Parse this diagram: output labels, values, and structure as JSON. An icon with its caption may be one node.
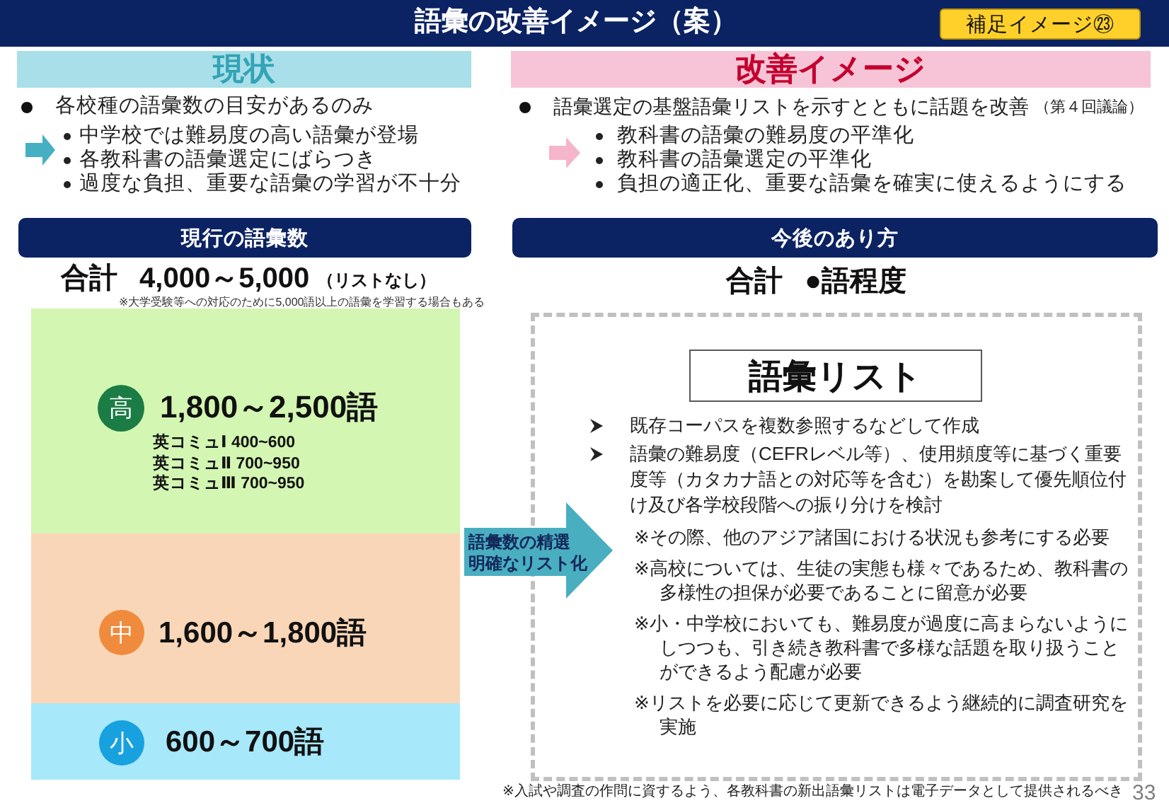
{
  "diagram": {
    "title": "語彙の改善イメージ（案）",
    "nodes": [
      {
        "text": [
          "補足イメージ㉓"
        ]
      },
      {
        "text": [
          "現状"
        ]
      },
      {
        "text": [
          "改善イメージ"
        ]
      },
      {
        "text": [
          "現行の語彙数"
        ]
      },
      {
        "text": [
          "今後のあり方"
        ]
      },
      {
        "text": [
          "1,800～2,500語",
          "英コミュⅠ 400~600",
          "英コミュⅡ 700~950",
          "英コミュⅢ 700~950"
        ]
      },
      {
        "text": [
          "高"
        ],
        "in": 5
      },
      {
        "text": [
          "1,600～1,800語"
        ]
      },
      {
        "text": [
          "中"
        ],
        "in": 7
      },
      {
        "text": [
          "600～700語"
        ]
      },
      {
        "text": [
          "小"
        ],
        "in": 9
      },
      {
        "text": [
          "語彙数の精選",
          "明確なリスト化"
        ]
      },
      {
        "text": [
          "既存コーパスを複数参照するなどして作成",
          "語彙の難易度（CEFRレベル等）、使用頻度等に基づく重要度等（カタカナ語との対応等を含む）を勘案して優先順位付け及び各学校段階への振り分けを検討",
          "※その際、他のアジア諸国における状況も参考にする必要",
          "※高校については、生徒の実態も様々であるため、教科書の多様性の担保が必要であることに留意が必要",
          "※小・中学校においても、難易度が過度に高まらないようにしつつも、引き続き教科書で多様な話題を取り扱うことができるよう配慮が必要",
          "※リストを必要に応じて更新できるよう継続的に調査研究を実施"
        ]
      },
      {
        "text": [
          "語彙リスト"
        ],
        "in": 12
      }
    ],
    "labels": [
      "各校種の語彙数の目安があるのみ",
      "中学校では難易度の高い語彙が登場",
      "各教科書の語彙選定にばらつき",
      "過度な負担、重要な語彙の学習が不十分",
      "語彙選定の基盤語彙リストを示すとともに話題を改善",
      "（第４回議論）",
      "教科書の語彙の難易度の平準化",
      "教科書の語彙選定の平準化",
      "負担の適正化、重要な語彙を確実に使えるようにする",
      "合計 4,000～5,000",
      "（リストなし）",
      "※大学受験等への対応のために5,000語以上の語彙を学習する場合もある",
      "合計 ●語程度",
      "※入試や調査の作問に資するよう、各教科書の新出語彙リストは電子データとして提供されるべき",
      "33"
    ]
  }
}
